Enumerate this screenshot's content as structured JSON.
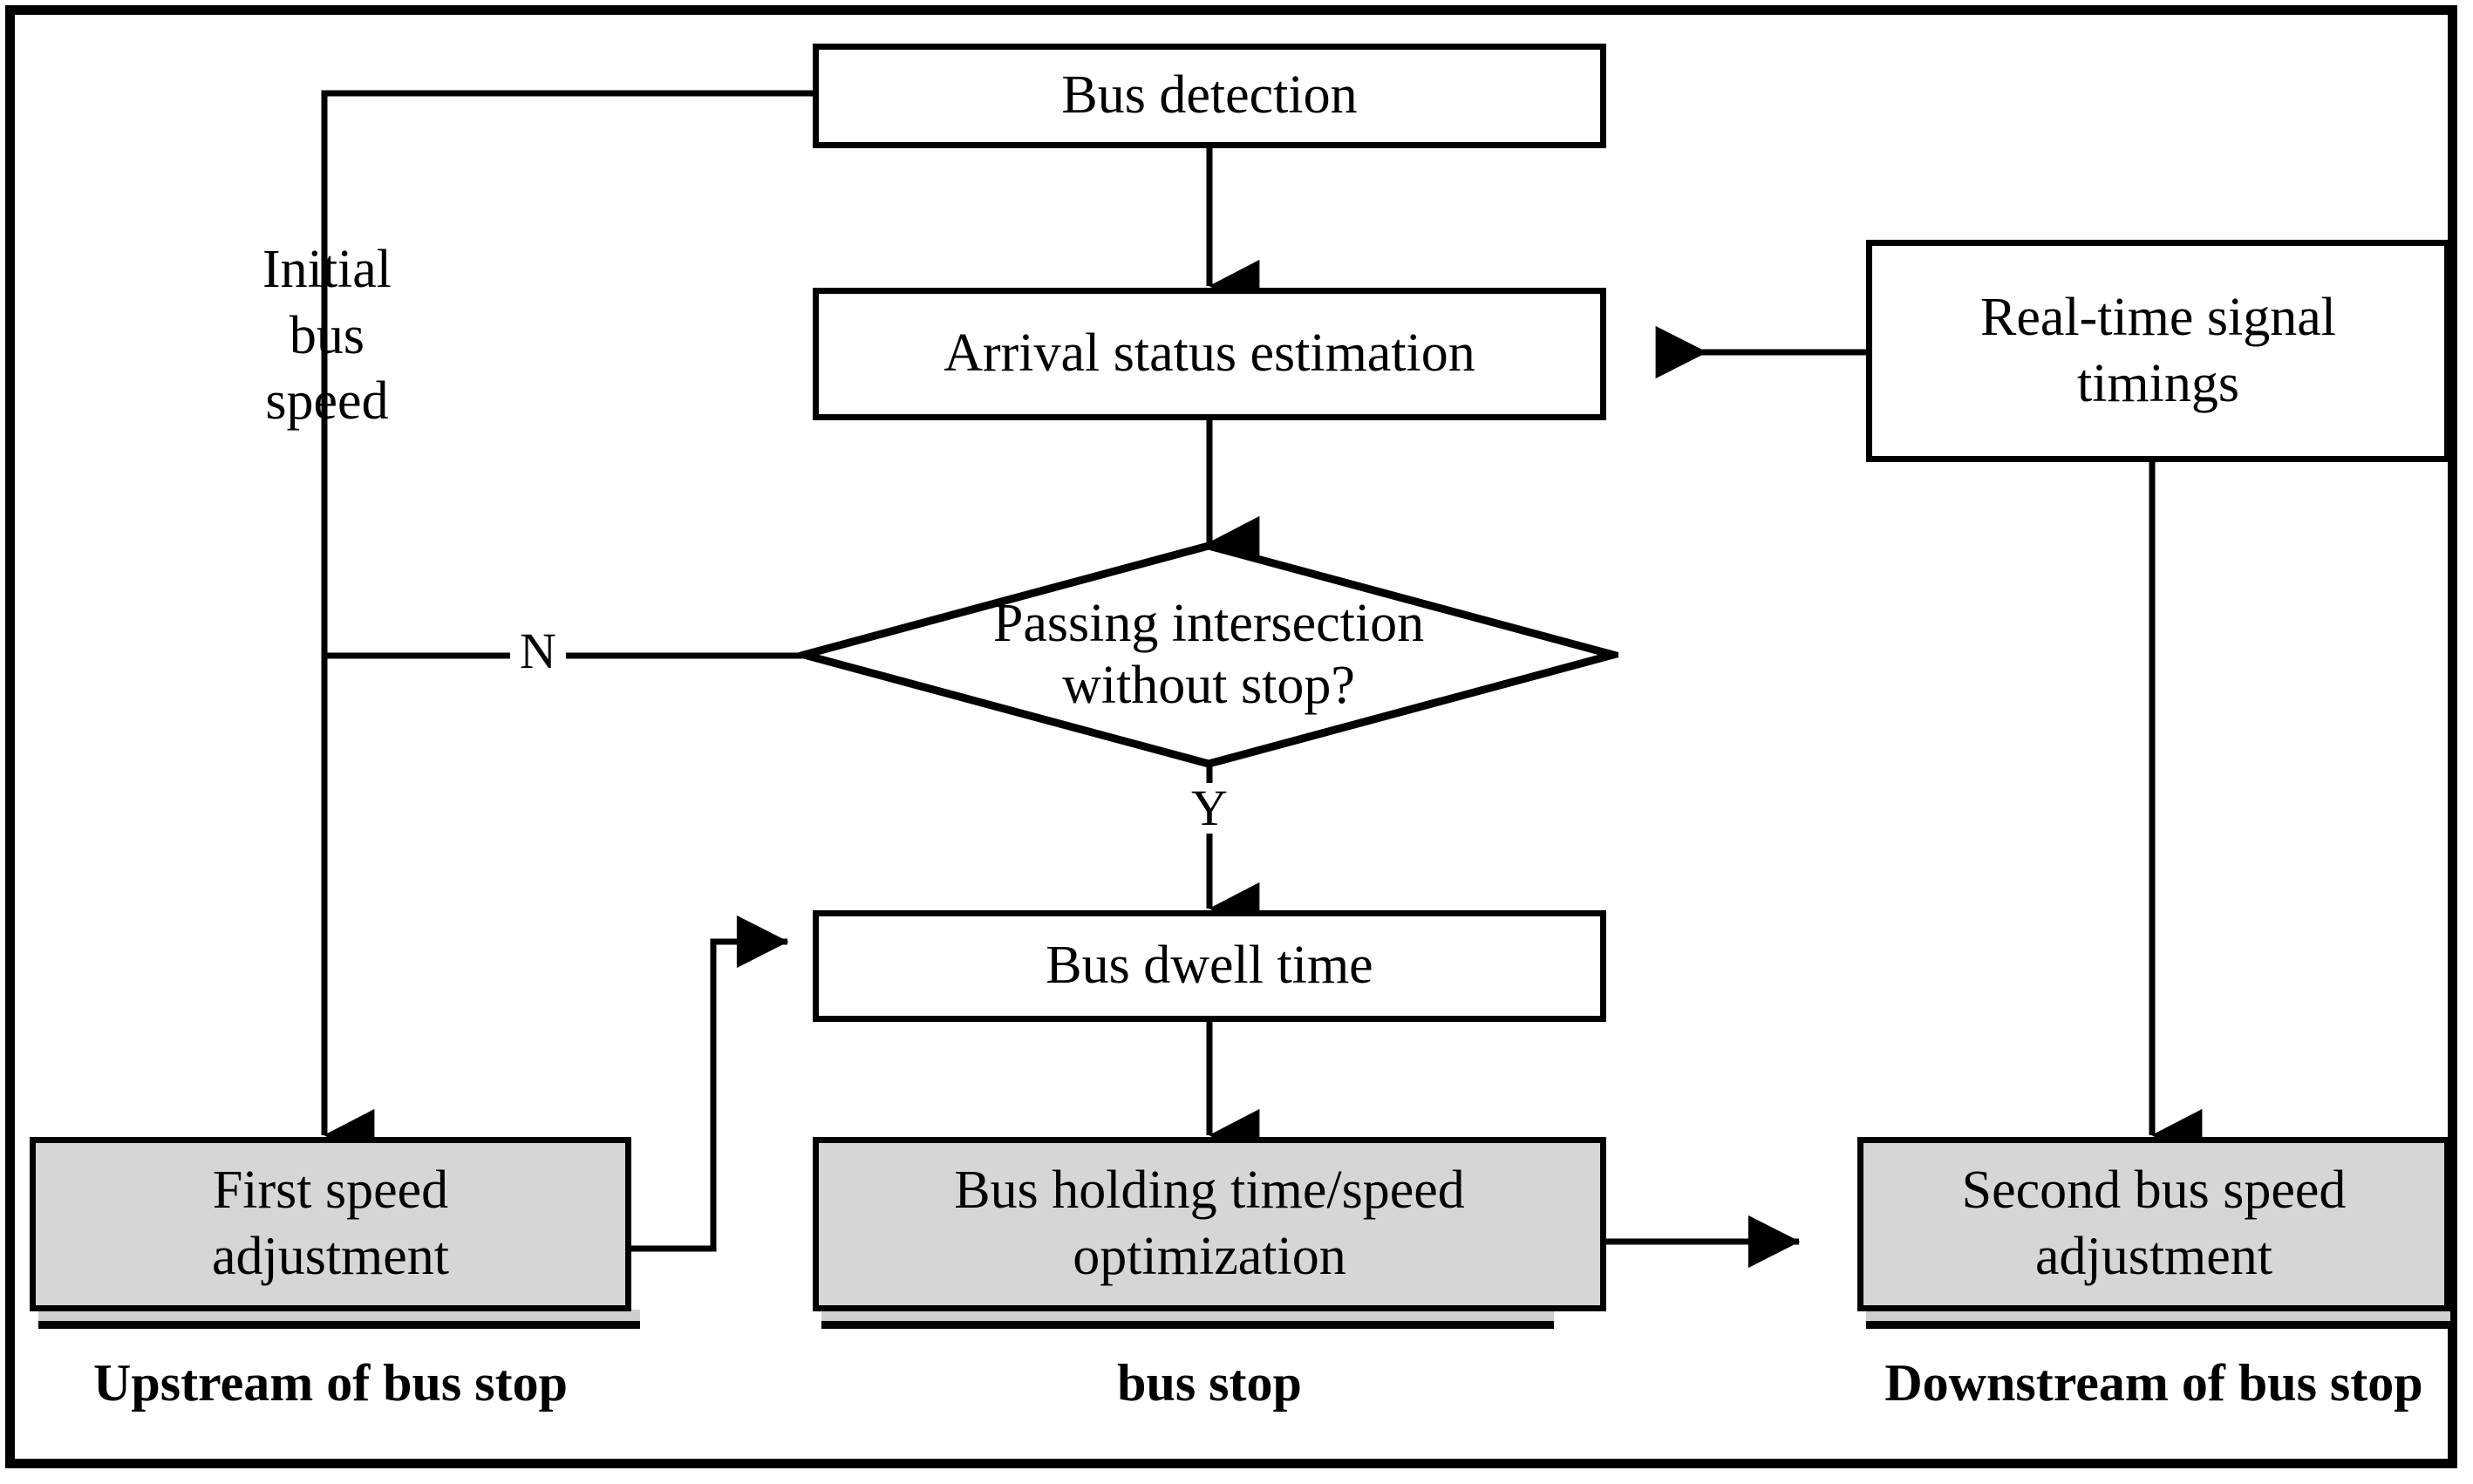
{
  "figure": {
    "type": "flowchart",
    "orientation": "top-to-bottom",
    "frame_color": "#000000",
    "shaded_fill": "#d6d6d6",
    "background": "#ffffff"
  },
  "nodes": {
    "bus_detection": {
      "label": "Bus detection",
      "shape": "rectangle",
      "shaded": false
    },
    "arrival_status": {
      "label": "Arrival status estimation",
      "shape": "rectangle",
      "shaded": false
    },
    "signal_timings": {
      "label": "Real-time signal\ntimings",
      "shape": "rectangle",
      "shaded": false
    },
    "decision": {
      "label": "Passing intersection\nwithout stop?",
      "shape": "diamond",
      "shaded": false
    },
    "dwell_time": {
      "label": "Bus dwell time",
      "shape": "rectangle",
      "shaded": false
    },
    "first_speed": {
      "label": "First speed\nadjustment",
      "shape": "rectangle",
      "shaded": true
    },
    "holding_opt": {
      "label": "Bus holding time/speed\noptimization",
      "shape": "rectangle",
      "shaded": true
    },
    "second_speed": {
      "label": "Second bus speed\nadjustment",
      "shape": "rectangle",
      "shaded": true
    }
  },
  "annotations": {
    "initial_bus_speed": "Initial\nbus\nspeed",
    "branch_no": "N",
    "branch_yes": "Y"
  },
  "zone_captions": [
    {
      "id": "upstream",
      "label": "Upstream of bus stop"
    },
    {
      "id": "busstop",
      "label": "bus stop"
    },
    {
      "id": "downstream",
      "label": "Downstream of bus stop"
    }
  ],
  "edges": [
    {
      "from": "bus_detection",
      "to": "arrival_status",
      "arrow": true,
      "label": ""
    },
    {
      "from": "bus_detection",
      "to": "first_speed",
      "arrow": true,
      "label": "Initial bus speed"
    },
    {
      "from": "signal_timings",
      "to": "arrival_status",
      "arrow": true,
      "label": ""
    },
    {
      "from": "signal_timings",
      "to": "second_speed",
      "arrow": true,
      "label": ""
    },
    {
      "from": "arrival_status",
      "to": "decision",
      "arrow": true,
      "label": ""
    },
    {
      "from": "decision",
      "to": "dwell_time",
      "arrow": true,
      "label": "Y"
    },
    {
      "from": "decision",
      "to": "first_speed",
      "arrow": false,
      "label": "N"
    },
    {
      "from": "dwell_time",
      "to": "holding_opt",
      "arrow": true,
      "label": ""
    },
    {
      "from": "first_speed",
      "to": "dwell_time",
      "arrow": true,
      "label": ""
    },
    {
      "from": "holding_opt",
      "to": "second_speed",
      "arrow": true,
      "label": ""
    }
  ]
}
